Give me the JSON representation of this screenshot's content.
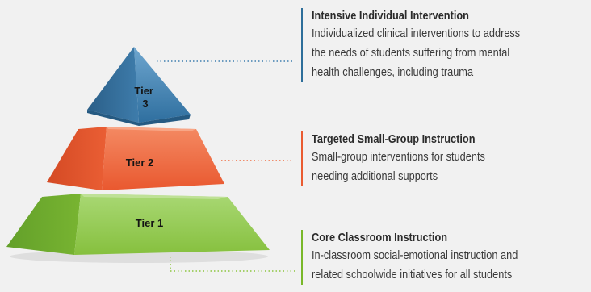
{
  "tiers": [
    {
      "label": "Tier 3",
      "label_line1": "Tier",
      "label_line2": "3",
      "title": "Intensive Individual Intervention",
      "description_lines": [
        "Individualized clinical interventions to address",
        "the needs of students suffering from mental",
        "health challenges, including trauma"
      ],
      "color": "#3f7fb0"
    },
    {
      "label": "Tier 2",
      "title": "Targeted Small-Group Instruction",
      "description_lines": [
        "Small-group interventions for students",
        "needing additional supports"
      ],
      "color": "#ef6a3f"
    },
    {
      "label": "Tier 1",
      "title": "Core Classroom Instruction",
      "description_lines": [
        "In-classroom social-emotional instruction and",
        "related schoolwide initiatives for all students"
      ],
      "color": "#8cc63f"
    }
  ]
}
